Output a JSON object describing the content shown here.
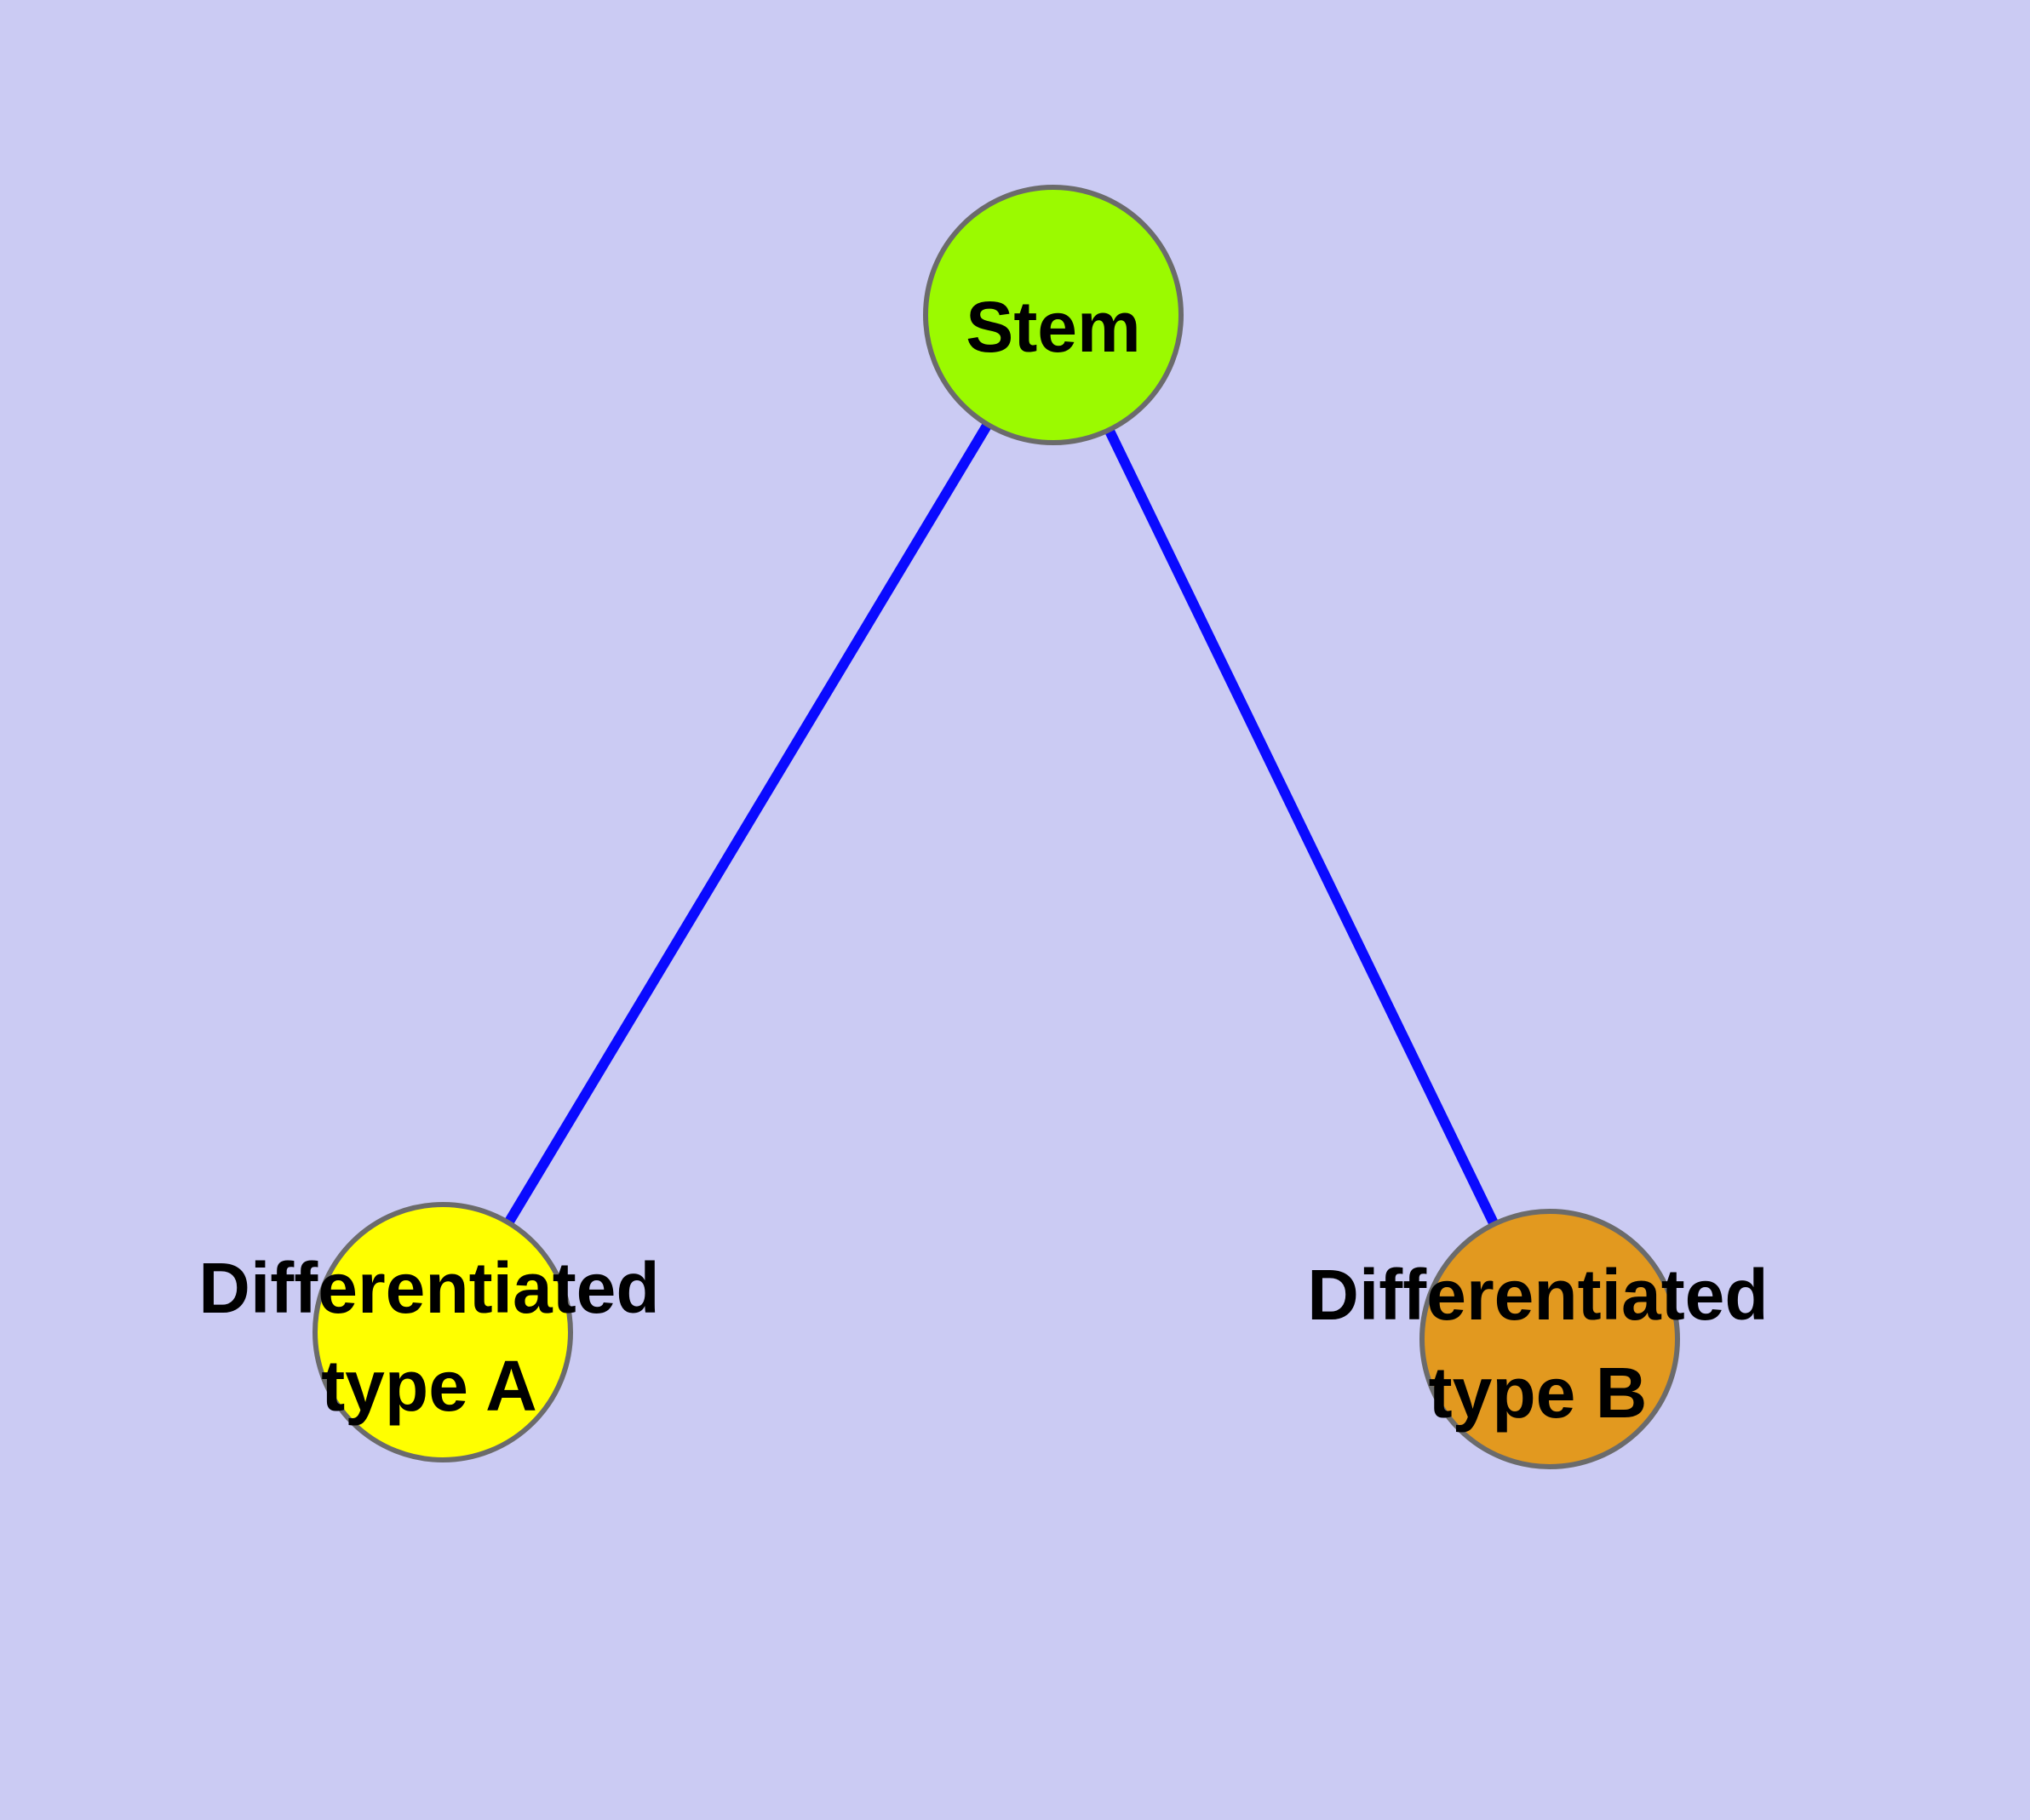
{
  "diagram": {
    "type": "graph",
    "background_color": "#CBCBF3",
    "edge_color": "#0A0AFF",
    "node_border_color": "#6B6B6B",
    "label_color": "#000000",
    "nodes": [
      {
        "id": "stem",
        "label": "Stem",
        "fill": "#9BFA00"
      },
      {
        "id": "differentiated-type-a",
        "label": "Differentiated type A",
        "label_line1": "Differentiated",
        "label_line2": "type A",
        "fill": "#FFFF00"
      },
      {
        "id": "differentiated-type-b",
        "label": "Differentiated type B",
        "label_line1": "Differentiated",
        "label_line2": "type B",
        "fill": "#E2991F"
      }
    ],
    "edges": [
      {
        "from": "Stem",
        "to": "Differentiated type A"
      },
      {
        "from": "Stem",
        "to": "Differentiated type B"
      }
    ]
  }
}
